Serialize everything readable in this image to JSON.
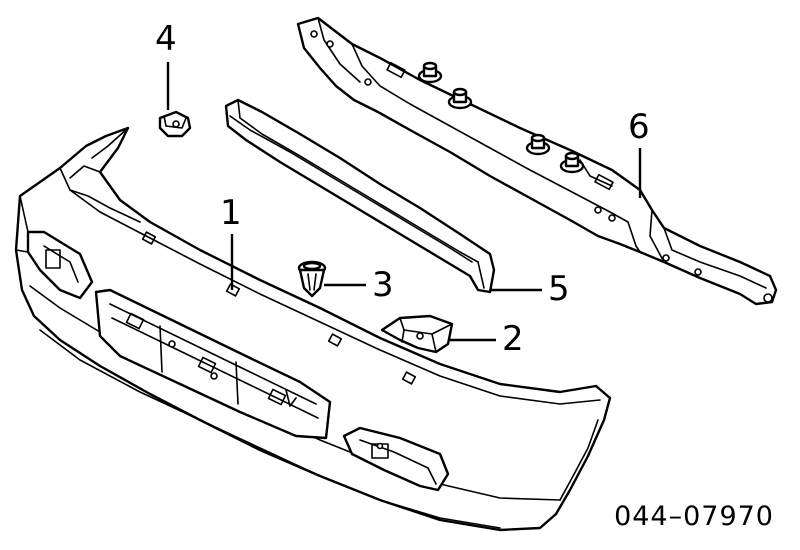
{
  "callouts": [
    {
      "id": "1",
      "label": "1"
    },
    {
      "id": "2",
      "label": "2"
    },
    {
      "id": "3",
      "label": "3"
    },
    {
      "id": "4",
      "label": "4"
    },
    {
      "id": "5",
      "label": "5"
    },
    {
      "id": "6",
      "label": "6"
    }
  ],
  "diagram_code": "044–07970",
  "colors": {
    "line": "#000000",
    "background": "#ffffff"
  }
}
